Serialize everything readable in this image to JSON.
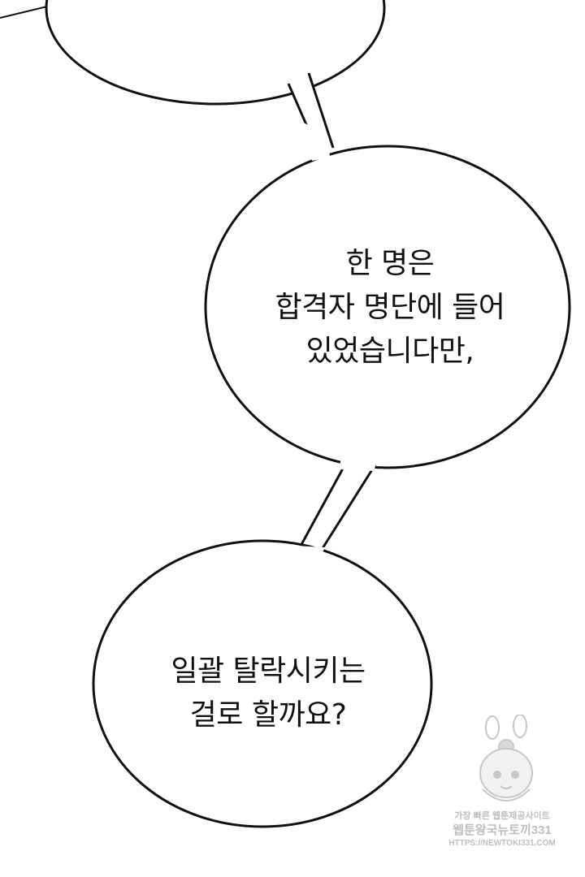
{
  "bubbles": [
    {
      "lines": [
        "한 명은",
        "합격자 명단에 들어",
        "있었습니다만,"
      ]
    },
    {
      "lines": [
        "일괄 탈락시키는",
        "걸로 할까요?"
      ]
    }
  ],
  "watermark": {
    "line1": "가장 빠른 웹툰제공사이트",
    "line2": "웹툰왕국뉴토끼331",
    "line3": "HTTPS://NEWTOKI331.COM"
  },
  "colors": {
    "background": "#ffffff",
    "bubble_fill": "#ffffff",
    "bubble_stroke": "#111111",
    "text": "#111111"
  }
}
